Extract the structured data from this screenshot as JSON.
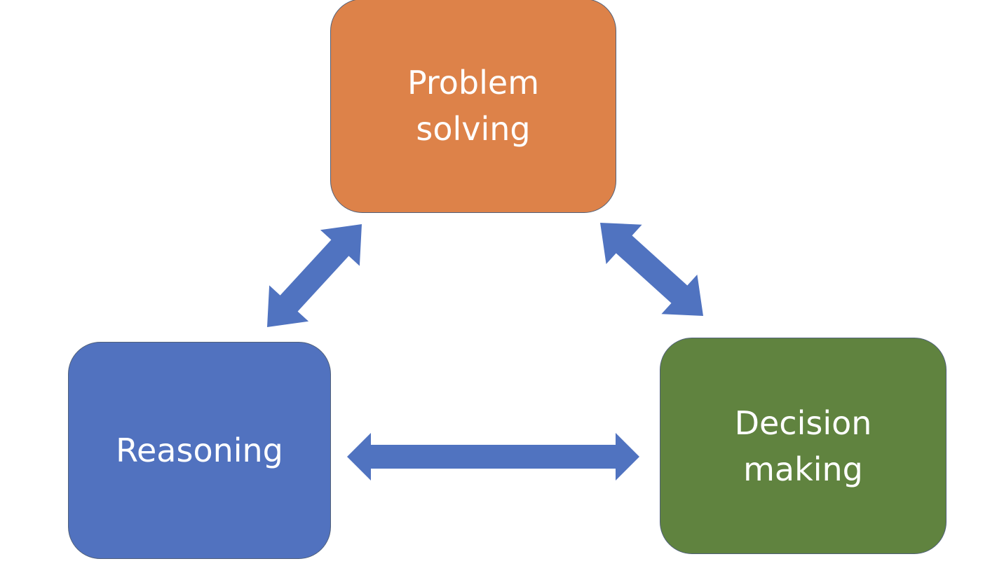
{
  "colors": {
    "problem_fill": "#dd8249",
    "reasoning_fill": "#5172bf",
    "decision_fill": "#60833f",
    "arrow_fill": "#5073c0",
    "text": "#ffffff"
  },
  "nodes": {
    "problem_solving": {
      "line1": "Problem",
      "line2": "solving"
    },
    "reasoning": {
      "line1": "Reasoning"
    },
    "decision_making": {
      "line1": "Decision",
      "line2": "making"
    }
  },
  "edges": [
    {
      "from": "reasoning",
      "to": "problem_solving",
      "type": "bidirectional"
    },
    {
      "from": "problem_solving",
      "to": "decision_making",
      "type": "bidirectional"
    },
    {
      "from": "reasoning",
      "to": "decision_making",
      "type": "bidirectional"
    }
  ]
}
